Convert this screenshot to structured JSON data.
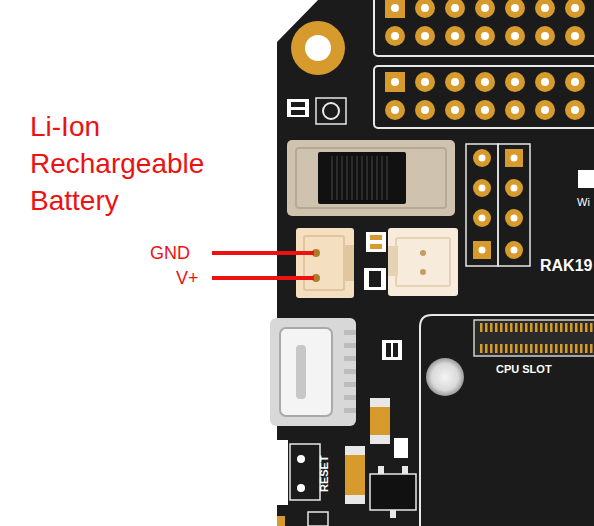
{
  "diagram": {
    "labels": [
      "Li-Ion Rechargeable Battery",
      "GND",
      "V+",
      "Wi",
      "RAK19",
      "CPU SLOT",
      "RESET"
    ]
  }
}
